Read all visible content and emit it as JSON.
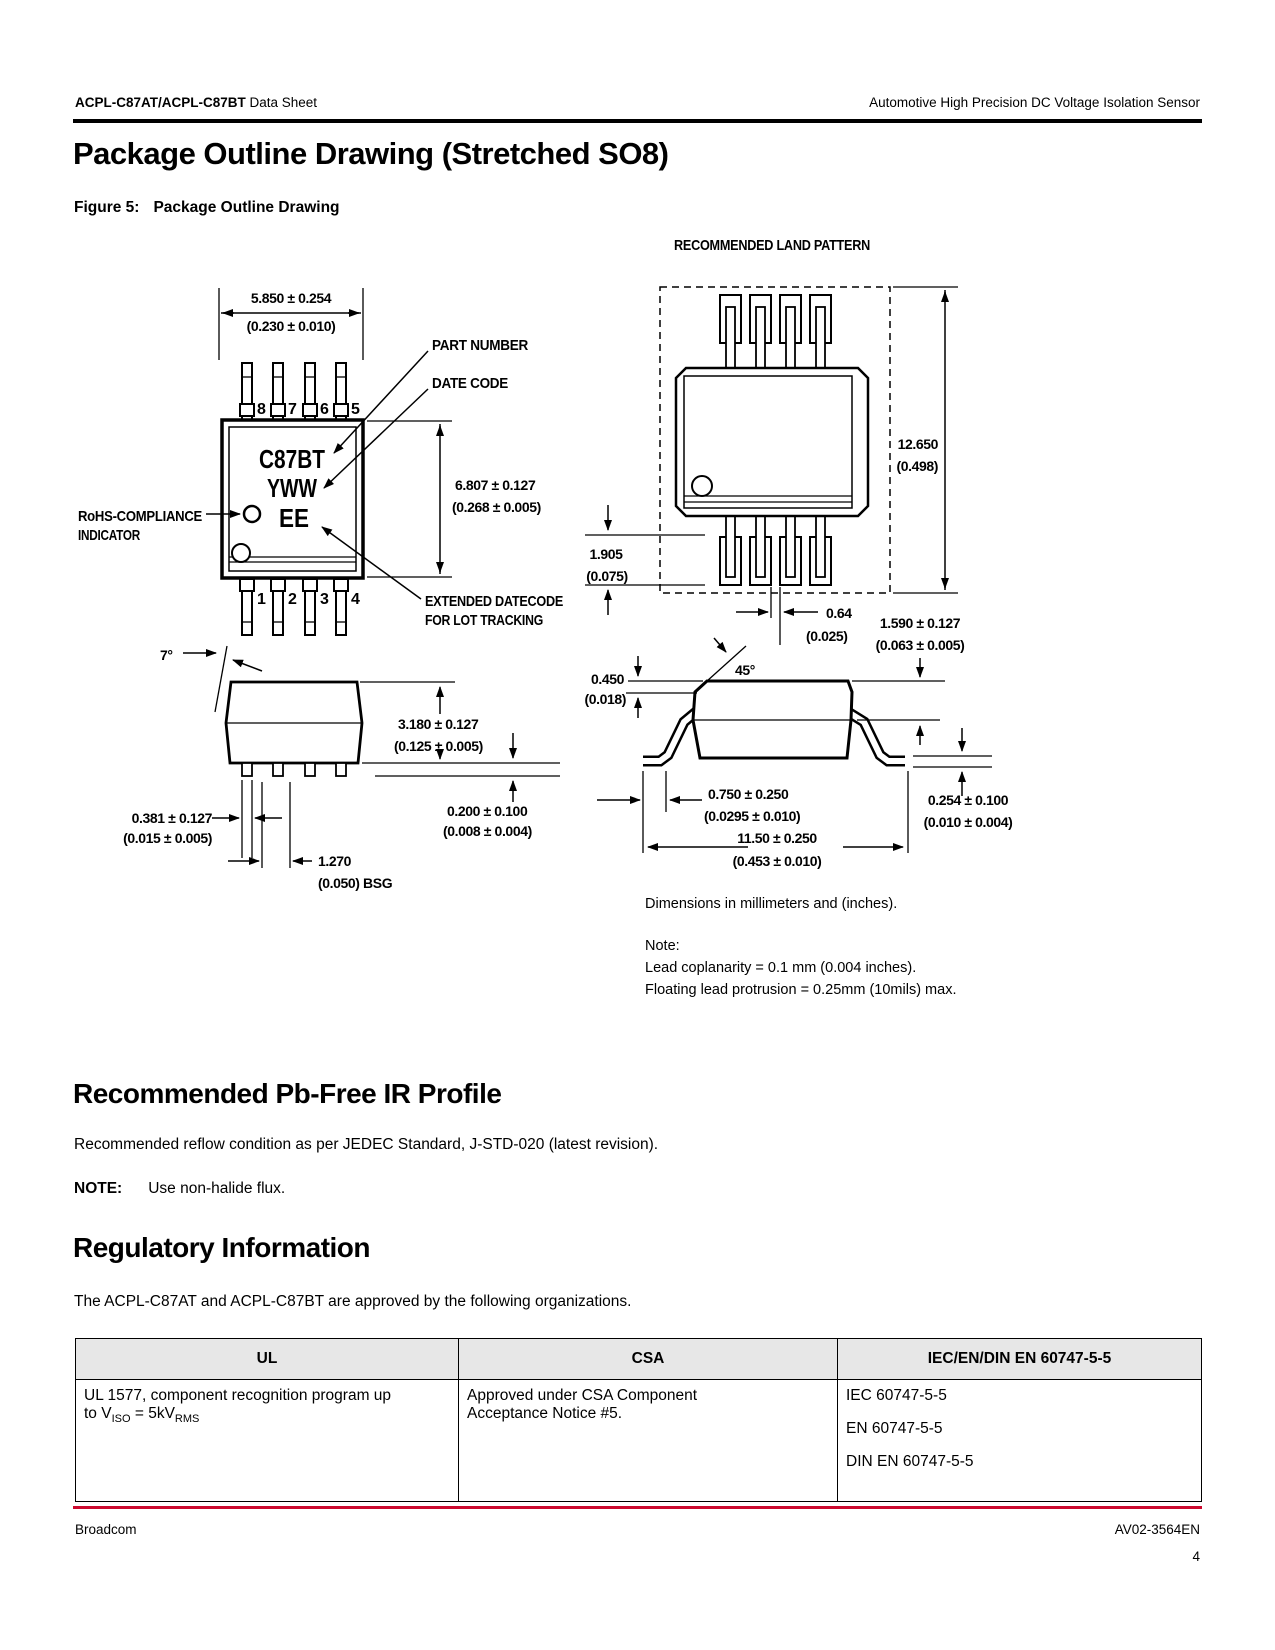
{
  "header": {
    "doc_bold": "ACPL-C87AT/ACPL-C87BT",
    "doc_rest": " Data Sheet",
    "right": "Automotive High Precision DC Voltage Isolation Sensor"
  },
  "title": "Package Outline Drawing (Stretched SO8)",
  "figure": {
    "label": "Figure 5:",
    "caption": "Package Outline Drawing"
  },
  "drawing": {
    "land_title": "RECOMMENDED LAND PATTERN",
    "labels": {
      "part_number": "PART NUMBER",
      "date_code": "DATE CODE",
      "rohs_1": "RoHS-COMPLIANCE",
      "rohs_2": "INDICATOR",
      "ext_datecode_1": "EXTENDED DATECODE",
      "ext_datecode_2": "FOR LOT TRACKING"
    },
    "marking": {
      "line1": "C87BT",
      "line2": "YWW",
      "line3": "EE"
    },
    "pins_top": [
      "8",
      "7",
      "6",
      "5"
    ],
    "pins_bottom": [
      "1",
      "2",
      "3",
      "4"
    ],
    "dims": {
      "d5850_mm": "5.850 ± 0.254",
      "d5850_in": "(0.230 ± 0.010)",
      "d6807_mm": "6.807 ± 0.127",
      "d6807_in": "(0.268 ± 0.005)",
      "d12650_mm": "12.650",
      "d12650_in": "(0.498)",
      "d1905_mm": "1.905",
      "d1905_in": "(0.075)",
      "d064_mm": "0.64",
      "d064_in": "(0.025)",
      "d1590_mm": "1.590 ± 0.127",
      "d1590_in": "(0.063 ± 0.005)",
      "deg45": "45°",
      "deg7": "7°",
      "d0450_mm": "0.450",
      "d0450_in": "(0.018)",
      "d3180_mm": "3.180 ± 0.127",
      "d3180_in": "(0.125 ± 0.005)",
      "d0381_mm": "0.381 ± 0.127",
      "d0381_in": "(0.015 ± 0.005)",
      "d1270_mm": "1.270",
      "d1270_in": "(0.050) BSG",
      "d0200_mm": "0.200 ± 0.100",
      "d0200_in": "(0.008 ± 0.004)",
      "d0750_mm": "0.750 ± 0.250",
      "d0750_in": "(0.0295 ± 0.010)",
      "d1150_mm": "11.50 ± 0.250",
      "d1150_in": "(0.453 ± 0.010)",
      "d0254_mm": "0.254 ± 0.100",
      "d0254_in": "(0.010 ± 0.004)"
    },
    "notes": {
      "dimensions": "Dimensions in millimeters and (inches).",
      "note_label": "Note:",
      "note1": "Lead coplanarity = 0.1 mm (0.004 inches).",
      "note2": "Floating lead protrusion = 0.25mm (10mils) max."
    }
  },
  "sections": {
    "ir_profile": {
      "title": "Recommended Pb-Free IR Profile",
      "body": "Recommended reflow condition as per JEDEC Standard, J-STD-020 (latest revision).",
      "note_label": "NOTE:",
      "note_text": "Use non-halide flux."
    },
    "regulatory": {
      "title": "Regulatory Information",
      "body": "The ACPL-C87AT and ACPL-C87BT are approved by the following organizations."
    }
  },
  "table": {
    "headers": [
      "UL",
      "CSA",
      "IEC/EN/DIN EN 60747-5-5"
    ],
    "row": {
      "ul_line1": "UL 1577, component recognition program up",
      "ul_line2_text1": "to V",
      "ul_line2_sub1": "ISO",
      "ul_line2_text2": " = 5kV",
      "ul_line2_sub2": "RMS",
      "csa_lines": [
        "Approved under CSA Component",
        "Acceptance Notice #5."
      ],
      "iec_lines": [
        "IEC 60747-5-5",
        "EN 60747-5-5",
        "DIN EN 60747-5-5"
      ]
    }
  },
  "footer": {
    "company": "Broadcom",
    "doc_number": "AV02-3564EN",
    "page": "4",
    "accent_color": "#CC092F"
  }
}
